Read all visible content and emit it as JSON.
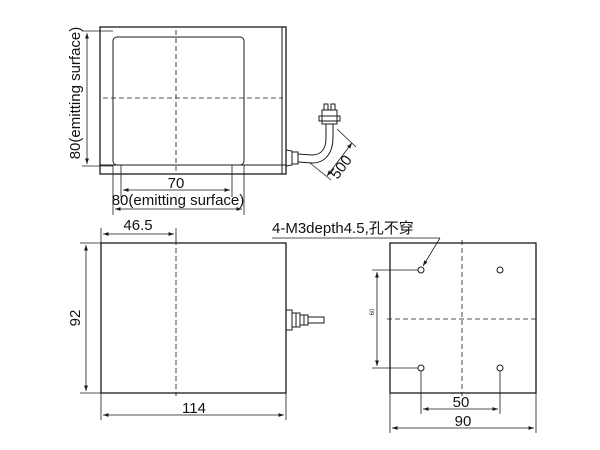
{
  "top_view": {
    "emitting_height_label": "80(emitting surface)",
    "emitting_width_label": "80(emitting surface)",
    "width_label": "70",
    "cable_label": "500"
  },
  "front_view": {
    "height_label": "92",
    "offset_label": "46.5",
    "length_label": "114"
  },
  "side_view": {
    "hole_note": "4-M3depth4.5,孔不穿",
    "hole_pitch_h_label": "50",
    "hole_pitch_v_label": "60",
    "width_label": "90"
  }
}
